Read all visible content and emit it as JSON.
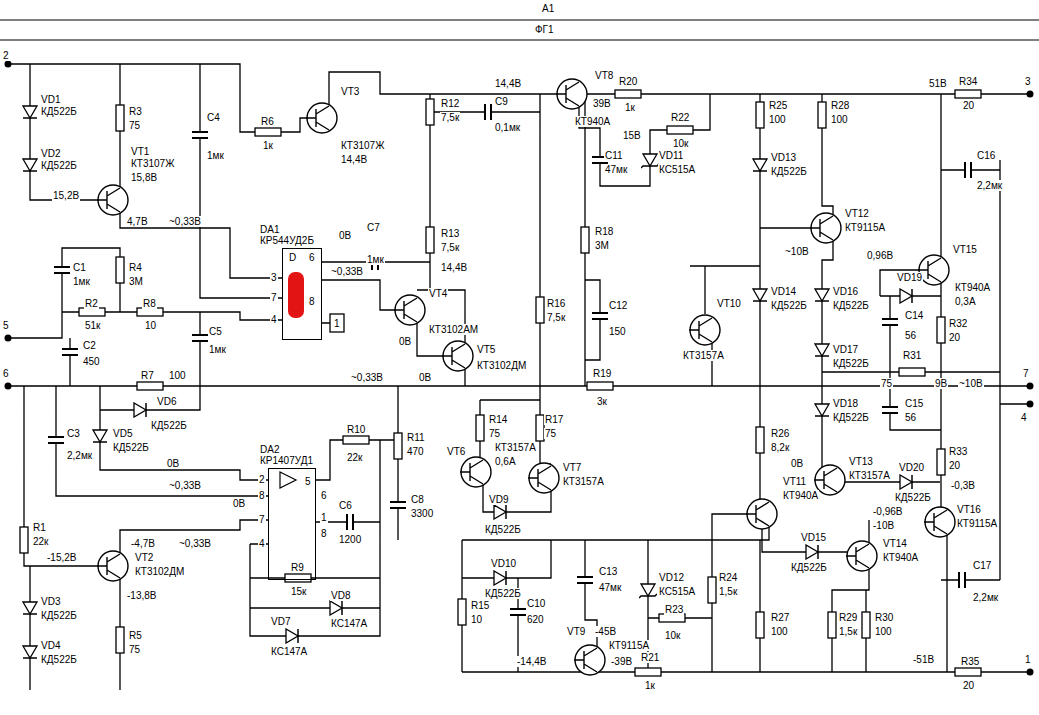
{
  "diagram": {
    "nodes": [
      {
        "text": [
          "DA1 КР544УД2Б"
        ]
      },
      {
        "text": [
          "DA2 КР1407УД1"
        ]
      }
    ],
    "labels": [
      "A1",
      "ФГ1",
      "2",
      "14,4В",
      "VT8",
      "39В",
      "КТ940А",
      "R20",
      "1к",
      "R22",
      "10к",
      "15В",
      "C11",
      "47мк",
      "VD11",
      "КС515А",
      "VD1",
      "КД522Б",
      "VD2",
      "КД522Б",
      "R3",
      "75",
      "VT1",
      "КТ3107Ж",
      "15,8В",
      "15,2В",
      "4,7В",
      "~0,33В",
      "C4",
      "1мк",
      "R6",
      "1к",
      "VT3",
      "КТ3107Ж",
      "14,4В",
      "R12",
      "7,5к",
      "C9",
      "0,1мк",
      "R25",
      "100",
      "R28",
      "100",
      "VD13",
      "КД522Б",
      "51В",
      "R34",
      "20",
      "3",
      "C16",
      "2,2мк",
      "~0,33В",
      "0В",
      "3",
      "7",
      "4",
      "D",
      "6",
      "8",
      "1",
      "C7",
      "1мк",
      "R13",
      "7,5к",
      "14,4В",
      "R18",
      "3М",
      "VT4",
      "КТ3102АМ",
      "0В",
      "VT5",
      "КТ3102ДМ",
      "0В",
      "R16",
      "7,5к",
      "C12",
      "150",
      "R19",
      "3к",
      "~0,33В",
      "VT12",
      "КТ9115А",
      "~10В",
      "0,96В",
      "VT15",
      "КТ940А",
      "0,3А",
      "VT10",
      "КТ3157А",
      "VD14",
      "КД522Б",
      "VD16",
      "КД522Б",
      "VD19",
      "C14",
      "56",
      "R32",
      "20",
      "VD17",
      "КД522Б",
      "R31",
      "75",
      "9В",
      "~10В",
      "7",
      "4",
      "VD18",
      "КД522Б",
      "C15",
      "56",
      "R26",
      "8,2к",
      "R33",
      "20",
      "VD20",
      "КД522Б",
      "-0,3В",
      "-0,96В",
      "-10В",
      "VT13",
      "КТ3157А",
      "VT11",
      "КТ940А",
      "0В",
      "VT16",
      "КТ9115А",
      "VD15",
      "КД522Б",
      "VT14",
      "КТ940А",
      "C17",
      "2,2мк",
      "R27",
      "100",
      "R29",
      "1,5к",
      "R30",
      "100",
      "-51В",
      "R35",
      "20",
      "1",
      "5",
      "6",
      "C1",
      "1мк",
      "R4",
      "3М",
      "R2",
      "51к",
      "R8",
      "10",
      "C5",
      "1мк",
      "C2",
      "450",
      "R7",
      "100",
      "VD6",
      "КД522Б",
      "C3",
      "2,2мк",
      "VD5",
      "КД522Б",
      "0В",
      "~0,33В",
      "0В",
      "R1",
      "22к",
      "-4,7В",
      "~0,33В",
      "-15,2В",
      "VT2",
      "КТ3102ДМ",
      "-13,8В",
      "VD3",
      "КД522Б",
      "VD4",
      "КД522Б",
      "R5",
      "75",
      "R10",
      "22к",
      "R11",
      "470",
      "2",
      "8",
      "7",
      "4",
      "5",
      "6",
      "1",
      "8",
      "C6",
      "1200",
      "C8",
      "3300",
      "R9",
      "15к",
      "VD8",
      "КС147А",
      "VD7",
      "КС147А",
      "VT6",
      "R14",
      "75",
      "КТ3157А",
      "0,6А",
      "R17",
      "75",
      "VT7",
      "КТ3157А",
      "VD9",
      "КД522Б",
      "VD10",
      "КД522Б",
      "C13",
      "47мк",
      "VD12",
      "КС515А",
      "R24",
      "1,5к",
      "R15",
      "10",
      "C10",
      "620",
      "R23",
      "10к",
      "VT9",
      "-45В",
      "КТ9115А",
      "-14,4В",
      "-39В",
      "R21",
      "1к"
    ]
  }
}
